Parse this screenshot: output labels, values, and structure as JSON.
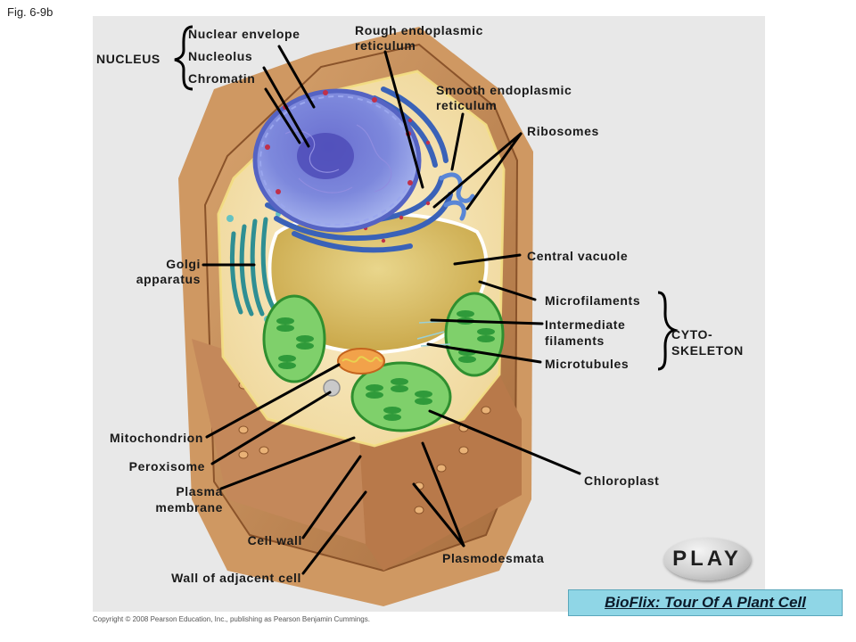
{
  "figure_label": "Fig. 6-9b",
  "copyright": "Copyright © 2008 Pearson Education, Inc., publishing as Pearson Benjamin Cummings.",
  "labels": {
    "nucleus_group": "NUCLEUS",
    "nuclear_envelope": "Nuclear envelope",
    "nucleolus": "Nucleolus",
    "chromatin": "Chromatin",
    "rough_er_line1": "Rough endoplasmic",
    "rough_er_line2": "reticulum",
    "smooth_er_line1": "Smooth endoplasmic",
    "smooth_er_line2": "reticulum",
    "ribosomes": "Ribosomes",
    "central_vacuole": "Central vacuole",
    "golgi_line1": "Golgi",
    "golgi_line2": "apparatus",
    "microfilaments": "Microfilaments",
    "intermediate_line1": "Intermediate",
    "intermediate_line2": "filaments",
    "microtubules": "Microtubules",
    "cyto_line1": "CYTO-",
    "cyto_line2": "SKELETON",
    "mitochondrion": "Mitochondrion",
    "peroxisome": "Peroxisome",
    "plasma_line1": "Plasma",
    "plasma_line2": "membrane",
    "chloroplast": "Chloroplast",
    "cell_wall": "Cell wall",
    "plasmodesmata": "Plasmodesmata",
    "wall_adjacent": "Wall of adjacent cell"
  },
  "play_button": {
    "label": "PLAY"
  },
  "bioflix_link": {
    "label": "BioFlix: Tour Of A Plant Cell"
  },
  "colors": {
    "background_panel": "#e8e8e8",
    "cell_wall": "#c8915a",
    "cell_wall_dark": "#9c6236",
    "cytoplasm": "#f5e6b8",
    "nucleus": "#6f7ed6",
    "rough_er": "#4f78c8",
    "vacuole": "#e6d07a",
    "golgi": "#3fa6a6",
    "chloroplast": "#4bb545",
    "mitochondrion": "#e88a2e",
    "bioflix_bar": "#8fd6e6"
  }
}
